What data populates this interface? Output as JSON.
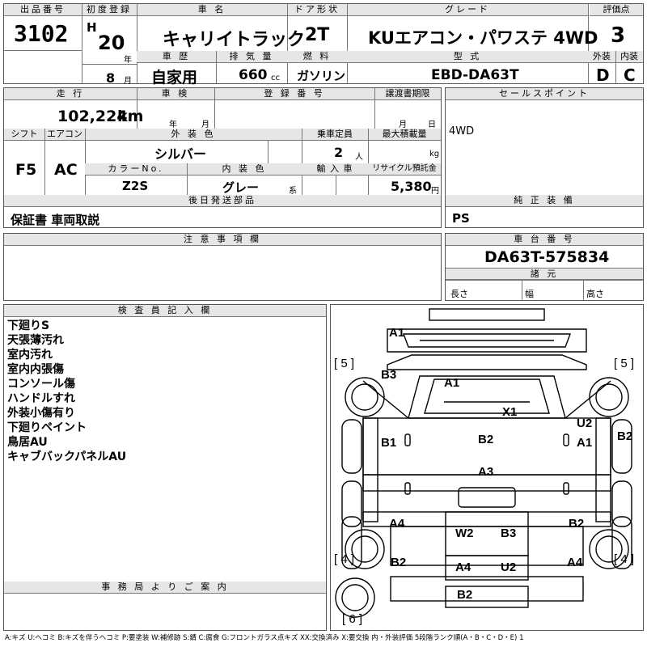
{
  "header": {
    "lot_label": "出品番号",
    "lot": "3102",
    "first_reg_label": "初度登録",
    "era": "H",
    "year": "20",
    "year_unit": "年",
    "month": "8",
    "month_unit": "月",
    "name_label": "車 名",
    "name": "キャリイトラック",
    "door_label": "ドア形状",
    "door": "2T",
    "grade_label": "グレード",
    "grade": "KUエアコン・パワステ 4WD",
    "score_label": "評価点",
    "score": "3",
    "history_label": "車 歴",
    "history": "自家用",
    "cc_label": "排 気 量",
    "cc": "660",
    "cc_unit": "cc",
    "fuel_label": "燃 料",
    "fuel": "ガソリン",
    "model_label": "型 式",
    "model": "EBD-DA63T",
    "ext_label": "外装",
    "ext": "D",
    "int_label": "内装",
    "int": "C"
  },
  "row2": {
    "mileage_label": "走 行",
    "mileage": "102,224",
    "mileage_unit": "km",
    "inspection_label": "車 検",
    "insp_year_unit": "年",
    "insp_month_unit": "月",
    "regno_label": "登 録 番 号",
    "transfer_label": "譲渡書期限",
    "transfer_month_unit": "月",
    "transfer_day_unit": "日",
    "sales_label": "セールスポイント",
    "sales": "4WD",
    "shift_label": "シフト",
    "shift": "F5",
    "ac_label": "エアコン",
    "ac": "AC",
    "color_label": "外 装 色",
    "color": "シルバー",
    "seats_label": "乗車定員",
    "seats": "2",
    "seats_unit": "人",
    "load_label": "最大積載量",
    "load_unit": "kg",
    "colorno_label": "カラーNo.",
    "colorno": "Z2S",
    "interior_label": "内 装 色",
    "interior": "グレー",
    "interior_unit": "系",
    "import_label": "輸 入 車",
    "recycle_label": "リサイクル預託金",
    "recycle": "5,380",
    "recycle_unit": "円"
  },
  "later_label": "後日発送部品",
  "later": "保証書 車両取説",
  "equip_label": "純 正 装 備",
  "equip": "PS",
  "caution_label": "注 意 事 項 欄",
  "chassis_label": "車 台 番 号",
  "chassis": "DA63T-575834",
  "spec_label": "諸 元",
  "len_label": "長さ",
  "width_label": "幅",
  "height_label": "高さ",
  "inspector_label": "検 査 員 記 入 欄",
  "inspector_notes": [
    "下廻りS",
    "天張薄汚れ",
    "室内汚れ",
    "室内内張傷",
    "コンソール傷",
    "ハンドルすれ",
    "外装小傷有り",
    "下廻りペイント",
    "鳥居AU",
    "キャブバックパネルAU"
  ],
  "office_label": "事 務 局 よ り ご 案 内",
  "diagram": {
    "tire_fl": "[ 5 ]",
    "tire_fr": "[ 5 ]",
    "tire_rl": "[ 4 ]",
    "tire_rr": "[ 4 ]",
    "tire_spare": "[ 6 ]",
    "marks": [
      "A1",
      "B3",
      "A1",
      "X1",
      "U2",
      "B1",
      "B2",
      "A1",
      "B2",
      "A3",
      "A4",
      "W2",
      "B3",
      "B2",
      "B2",
      "A4",
      "U2",
      "A4",
      "B2"
    ]
  },
  "legend": "A:キズ U:ヘコミ B:キズを伴うヘコミ P:要塗装 W:補修跡 S:錆 C:腐食 G:フロントガラス点キズ XX:交換済み X:要交換 内・外装評価 5段階ランク順(A・B・C・D・E) 1"
}
